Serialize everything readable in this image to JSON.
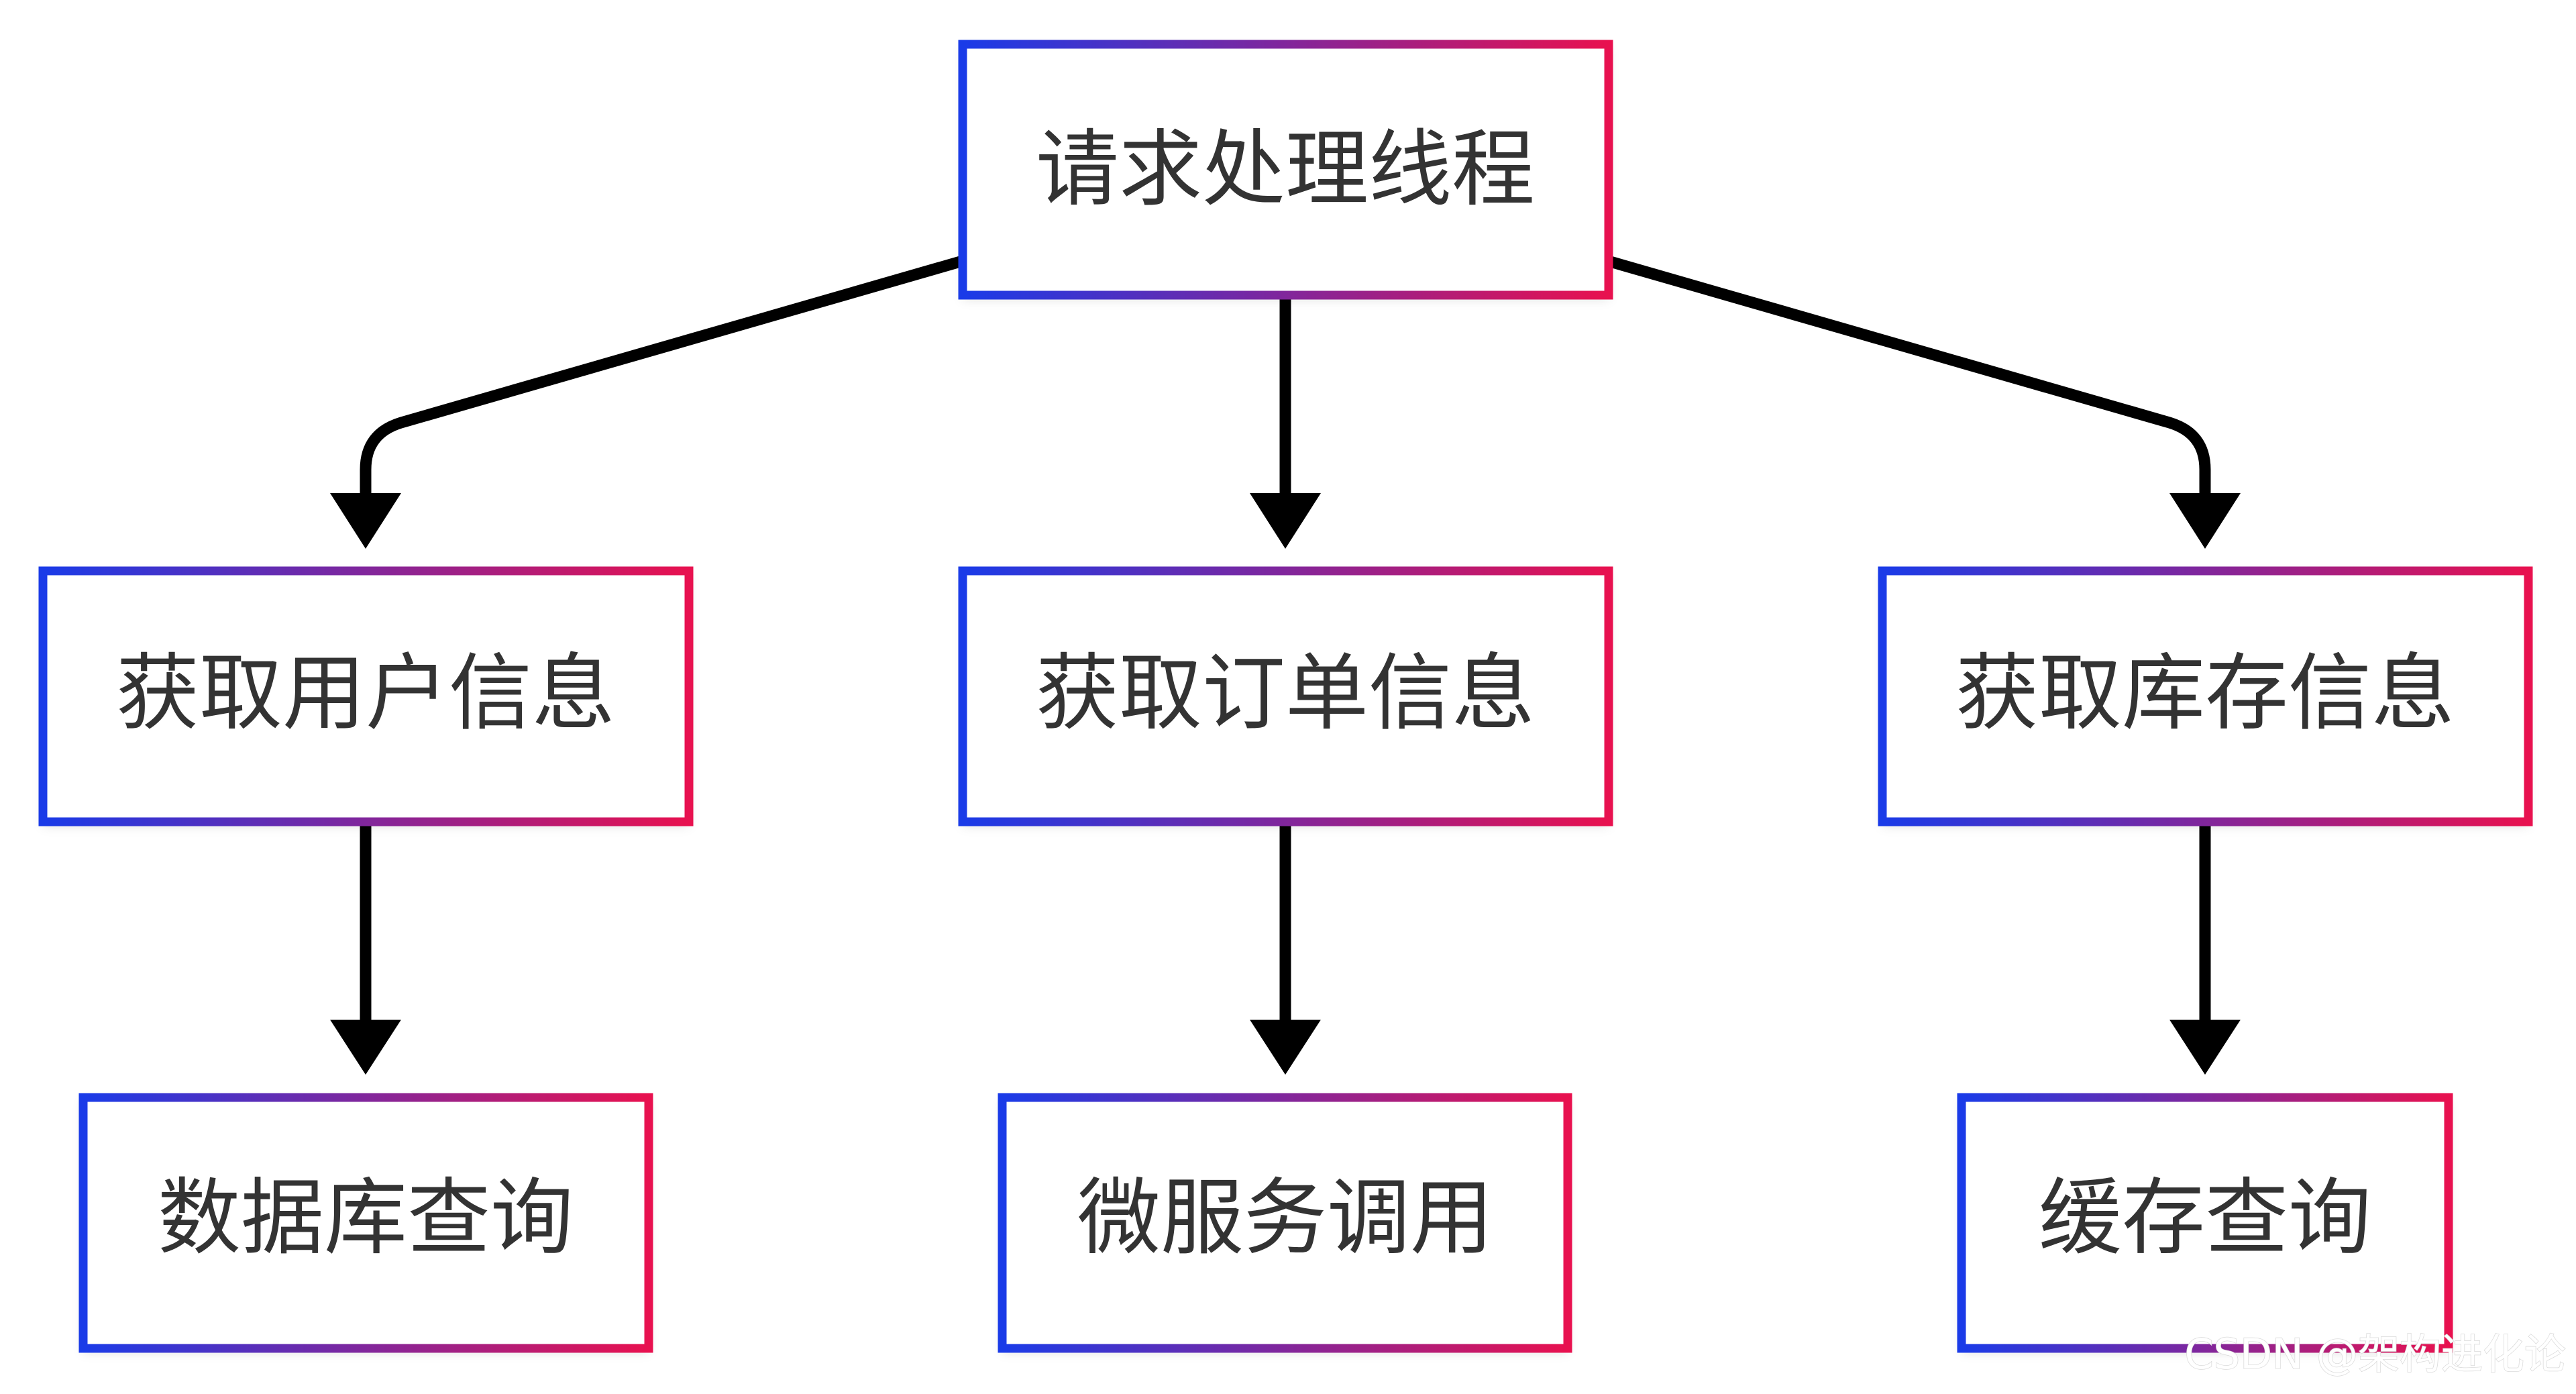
{
  "nodes": {
    "root": {
      "label": "请求处理线程"
    },
    "user_info": {
      "label": "获取用户信息"
    },
    "order_info": {
      "label": "获取订单信息"
    },
    "inventory_info": {
      "label": "获取库存信息"
    },
    "db_query": {
      "label": "数据库查询"
    },
    "microservice_call": {
      "label": "微服务调用"
    },
    "cache_query": {
      "label": "缓存查询"
    }
  },
  "edges": [
    {
      "from": "请求处理线程",
      "to": "获取用户信息"
    },
    {
      "from": "请求处理线程",
      "to": "获取订单信息"
    },
    {
      "from": "请求处理线程",
      "to": "获取库存信息"
    },
    {
      "from": "获取用户信息",
      "to": "数据库查询"
    },
    {
      "from": "获取订单信息",
      "to": "微服务调用"
    },
    {
      "from": "获取库存信息",
      "to": "缓存查询"
    }
  ],
  "colors": {
    "border_gradient_start": "#1a3be8",
    "border_gradient_end": "#e8114f",
    "edge": "#000000",
    "text": "#333333",
    "background": "#ffffff"
  },
  "watermark": "CSDN @架构进化论"
}
